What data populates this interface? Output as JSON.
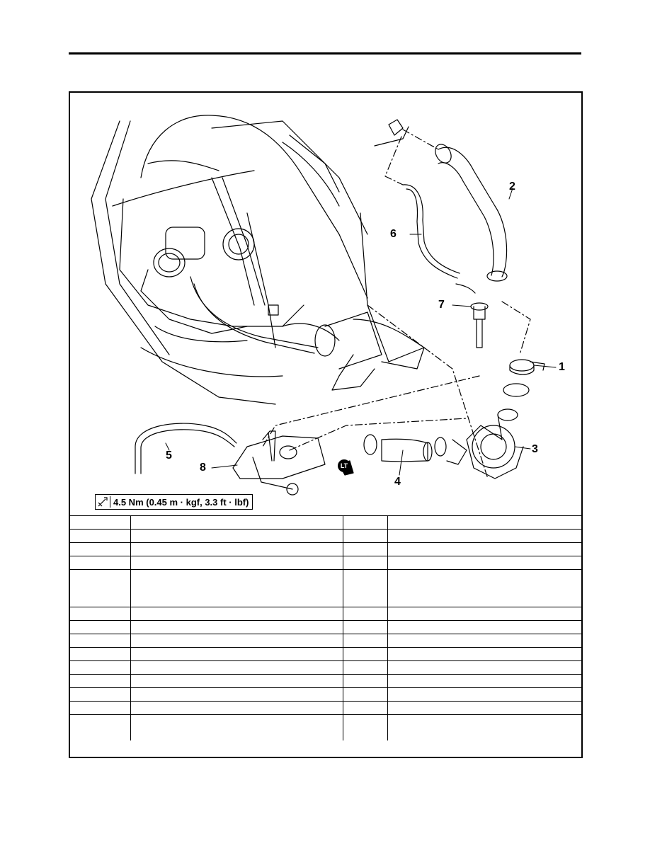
{
  "figure": {
    "callouts": [
      "1",
      "2",
      "3",
      "4",
      "5",
      "6",
      "7",
      "8"
    ],
    "torque_spec": "4.5 Nm (0.45 m · kgf, 3.3 ft · lbf)",
    "torque_icon": "wrench-icon",
    "locking_agent_mark": "LT"
  },
  "parts_table": {
    "rows": [
      [
        "",
        "",
        "",
        ""
      ],
      [
        "",
        "",
        "",
        ""
      ],
      [
        "",
        "",
        "",
        ""
      ],
      [
        "",
        "",
        "",
        ""
      ],
      [
        "",
        "",
        "",
        ""
      ],
      [
        "",
        "",
        "",
        ""
      ],
      [
        "",
        "",
        "",
        ""
      ],
      [
        "",
        "",
        "",
        ""
      ],
      [
        "",
        "",
        "",
        ""
      ],
      [
        "",
        "",
        "",
        ""
      ],
      [
        "",
        "",
        "",
        ""
      ],
      [
        "",
        "",
        "",
        ""
      ],
      [
        "",
        "",
        "",
        ""
      ],
      [
        "",
        "",
        "",
        ""
      ],
      [
        "",
        "",
        "",
        ""
      ],
      [
        "",
        "",
        "",
        ""
      ],
      [
        "",
        "",
        "",
        ""
      ]
    ]
  }
}
